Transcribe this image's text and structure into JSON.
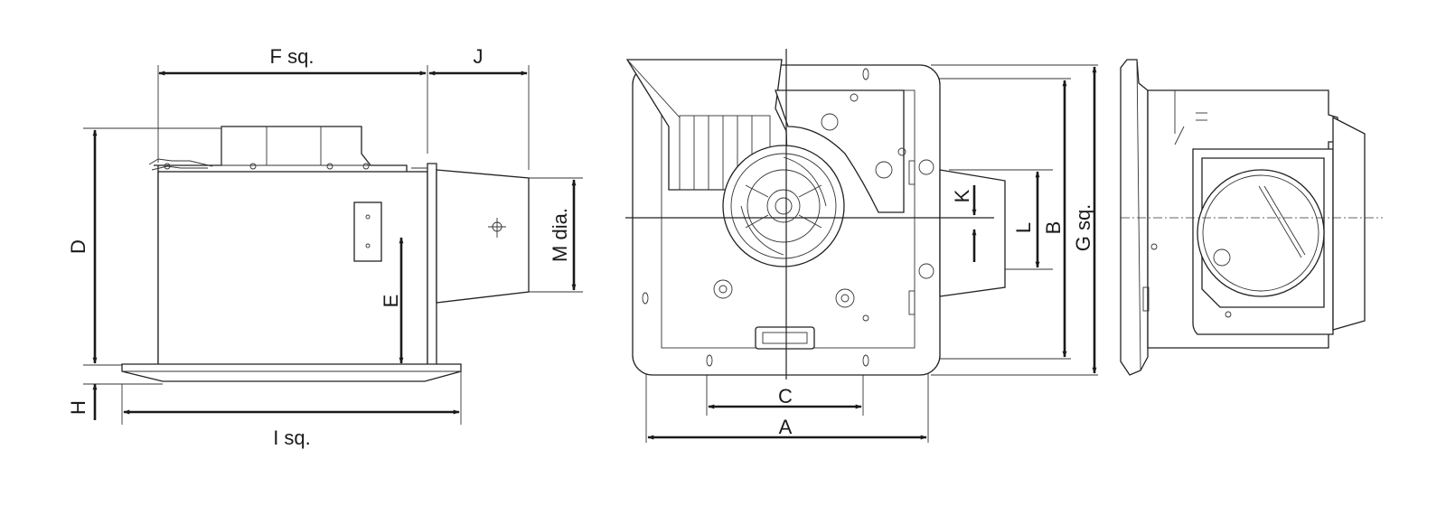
{
  "labels": {
    "f": "F sq.",
    "j": "J",
    "d": "D",
    "e": "E",
    "h": "H",
    "i": "I sq.",
    "m": "M dia.",
    "k": "K",
    "l": "L",
    "b": "B",
    "g": "G sq.",
    "c": "C",
    "a": "A"
  },
  "colors": {
    "line": "#1a1a1a",
    "background": "#ffffff"
  }
}
